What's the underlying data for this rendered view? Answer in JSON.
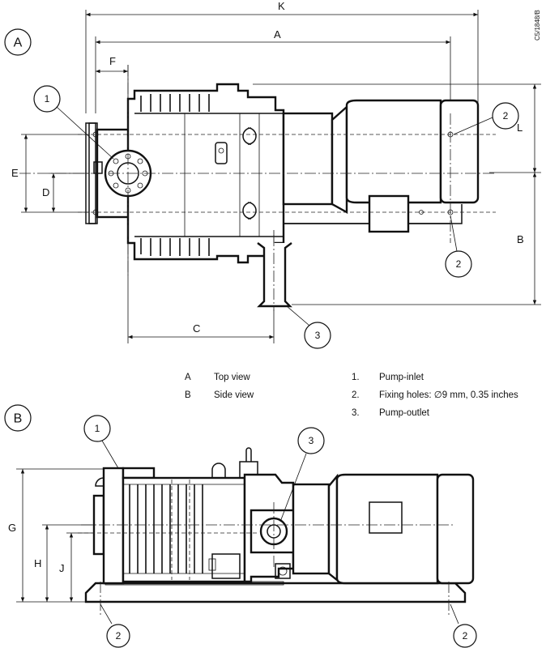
{
  "views": {
    "top": {
      "badge": "A"
    },
    "side": {
      "badge": "B"
    }
  },
  "dimensions": [
    "K",
    "A",
    "F",
    "E",
    "D",
    "L",
    "B",
    "C",
    "G",
    "H",
    "J"
  ],
  "callouts": [
    "1",
    "2",
    "3"
  ],
  "legend": {
    "left": [
      {
        "key": "A",
        "text": "Top view"
      },
      {
        "key": "B",
        "text": "Side view"
      }
    ],
    "right": [
      {
        "key": "1.",
        "text": "Pump-inlet"
      },
      {
        "key": "2.",
        "text": "Fixing holes: ∅9 mm, 0.35 inches"
      },
      {
        "key": "3.",
        "text": "Pump-outlet"
      }
    ]
  },
  "drawing_ref": "C5/1848/B"
}
